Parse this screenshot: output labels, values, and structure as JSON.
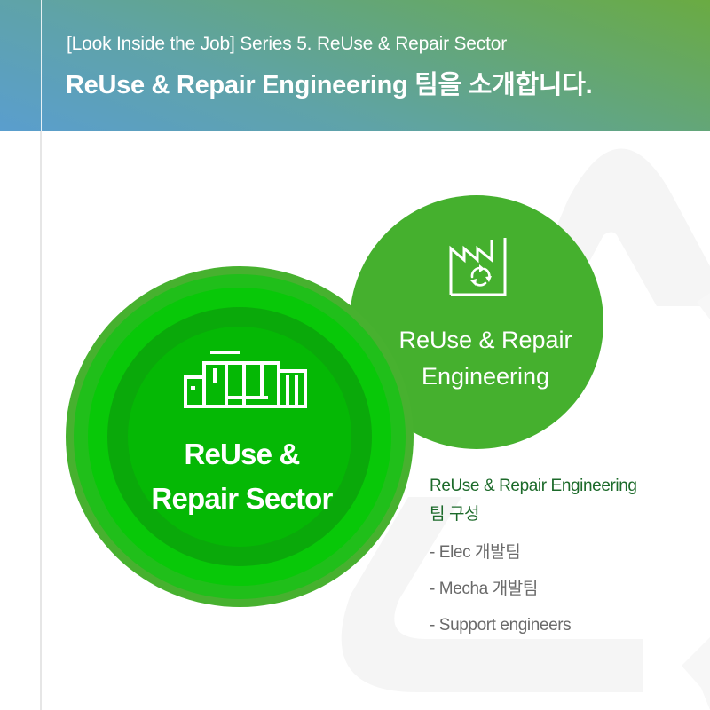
{
  "header": {
    "subtitle": "[Look Inside the Job] Series 5. ReUse & Repair Sector",
    "title": "ReUse & Repair Engineering 팀을 소개합니다."
  },
  "sector": {
    "icon": "building-icon",
    "label_line1": "ReUse &",
    "label_line2": "Repair Sector"
  },
  "engineering": {
    "icon": "factory-recycle-icon",
    "label_line1": "ReUse & Repair",
    "label_line2": "Engineering"
  },
  "team": {
    "title_line1": "ReUse & Repair Engineering",
    "title_line2": "팀 구성",
    "members": [
      "- Elec 개발팀",
      "- Mecha 개발팀",
      "- Support engineers"
    ]
  },
  "colors": {
    "header_gradient_start": "#5a9ece",
    "header_gradient_end": "#6aab42",
    "circle_small": "#45b02e",
    "circle_big_outer": "#47b12f",
    "circle_big_center": "#05b805",
    "team_title": "#1c6a2a",
    "team_member": "#6a6a6a",
    "background_decoration": "#f5f5f5"
  }
}
